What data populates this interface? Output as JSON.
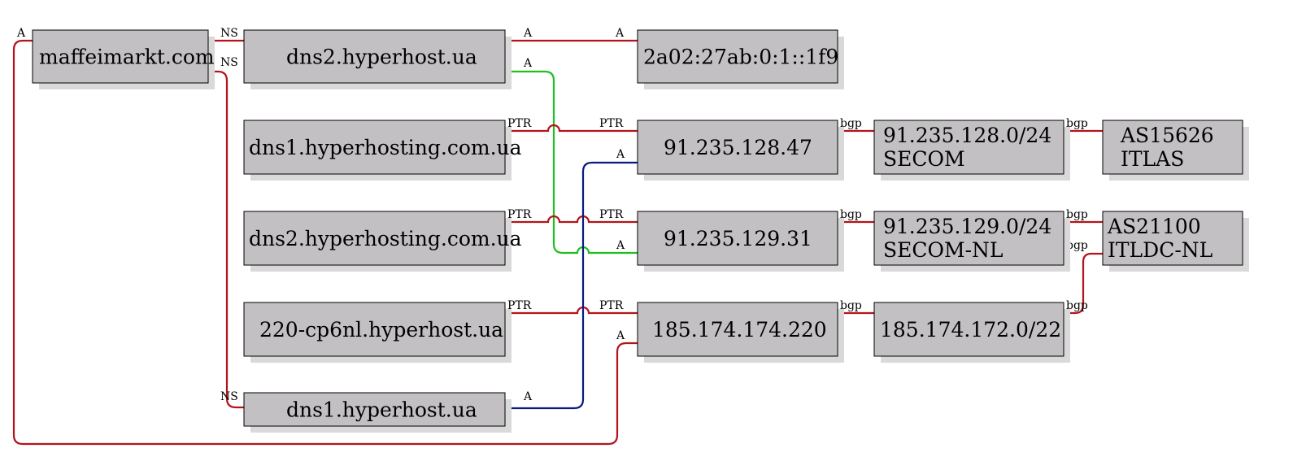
{
  "diagram": {
    "colors": {
      "red": "#b3141c",
      "green": "#1fbf1f",
      "blue": "#0a1a80"
    },
    "nodes": {
      "maffeimarkt": [
        "maffeimarkt.com"
      ],
      "dns2_hyperhost_ua": [
        "dns2.hyperhost.ua"
      ],
      "ipv6": [
        "2a02:27ab:0:1::1f9"
      ],
      "dns1_hyperhosting": [
        "dns1.hyperhosting.com.ua"
      ],
      "ip_128_47": [
        "91.235.128.47"
      ],
      "net_128": [
        "91.235.128.0/24",
        "SECOM"
      ],
      "as15626": [
        "AS15626",
        "ITLAS"
      ],
      "dns2_hyperhosting": [
        "dns2.hyperhosting.com.ua"
      ],
      "ip_129_31": [
        "91.235.129.31"
      ],
      "net_129": [
        "91.235.129.0/24",
        "SECOM-NL"
      ],
      "as21100": [
        "AS21100",
        "ITLDC-NL"
      ],
      "cp6nl": [
        "220-cp6nl.hyperhost.ua"
      ],
      "ip_174_220": [
        "185.174.174.220"
      ],
      "net_172": [
        "185.174.172.0/22"
      ],
      "dns1_hyperhost_ua": [
        "dns1.hyperhost.ua"
      ]
    },
    "edge_labels": {
      "ns": "NS",
      "a": "A",
      "ptr": "PTR",
      "bgp": "bgp"
    }
  }
}
